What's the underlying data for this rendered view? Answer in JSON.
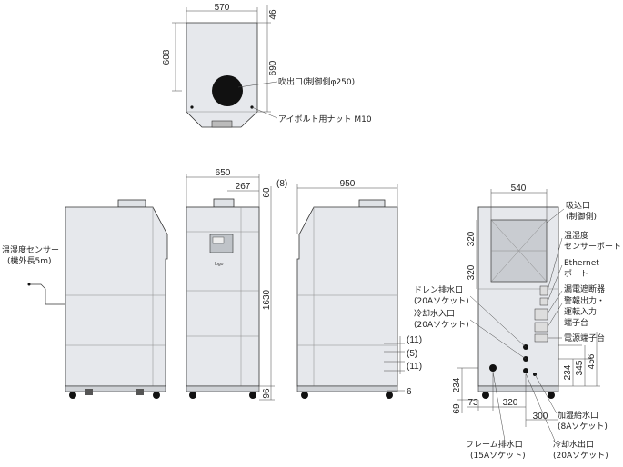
{
  "top_view": {
    "dims": {
      "width": "570",
      "depth": "608",
      "inner_depth": "690",
      "offset": "46"
    },
    "labels": {
      "outlet": "吹出口(制御側φ250)",
      "eyebolt": "アイボルト用ナット M10"
    }
  },
  "side_view": {
    "labels": {
      "sensor_line1": "温湿度センサー",
      "sensor_line2": "(機外長5m)"
    }
  },
  "front_view": {
    "dims": {
      "width": "650",
      "panel": "267",
      "top": "60",
      "height": "1630",
      "bottom": "96",
      "paren8": "(8)"
    }
  },
  "right_view": {
    "dims": {
      "width": "950",
      "d11a": "(11)",
      "d5": "(5)",
      "d11b": "(11)",
      "d6": "6"
    }
  },
  "back_view": {
    "dims": {
      "width": "540",
      "h320a": "320",
      "h320b": "320",
      "d234l": "234",
      "d69": "69",
      "d73": "73",
      "d320": "320",
      "d300": "300",
      "d234r": "234",
      "d345": "345",
      "d456": "456"
    },
    "labels": {
      "intake1": "吸込口",
      "intake2": "(制御側)",
      "sensor_port1": "温湿度",
      "sensor_port2": "センサーポート",
      "ethernet1": "Ethernet",
      "ethernet2": "ポート",
      "breaker": "漏電遮断器",
      "alarm1": "警報出力・",
      "alarm2": "運転入力",
      "alarm3": "端子台",
      "power": "電源端子台",
      "drain1": "ドレン排水口",
      "drain2": "(20Aソケット)",
      "coolin1": "冷却水入口",
      "coolin2": "(20Aソケット)",
      "humid1": "加湿給水口",
      "humid2": "(8Aソケット)",
      "frame1": "フレーム排水口",
      "frame2": "(15Aソケット)",
      "coolout1": "冷却水出口",
      "coolout2": "(20Aソケット)"
    }
  }
}
